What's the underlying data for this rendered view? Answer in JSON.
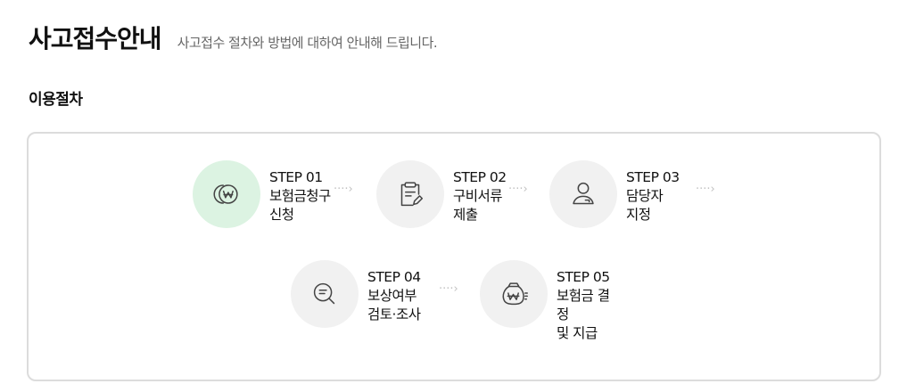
{
  "header": {
    "title": "사고접수안내",
    "subtitle": "사고접수 절차와 방법에 대하여 안내해 드립니다."
  },
  "section": {
    "title": "이용절차"
  },
  "steps": [
    {
      "num": "STEP 01",
      "label_line1": "보험금청구",
      "label_line2": "신청",
      "icon": "coin-icon",
      "active": true
    },
    {
      "num": "STEP 02",
      "label_line1": "구비서류",
      "label_line2": "제출",
      "icon": "clipboard-edit-icon",
      "active": false
    },
    {
      "num": "STEP 03",
      "label_line1": "담당자",
      "label_line2": "지정",
      "icon": "person-icon",
      "active": false
    },
    {
      "num": "STEP 04",
      "label_line1": "보상여부",
      "label_line2": "검토·조사",
      "icon": "search-document-icon",
      "active": false
    },
    {
      "num": "STEP 05",
      "label_line1": "보험금 결",
      "label_line2": "정",
      "label_line3": "및 지급",
      "icon": "money-bag-icon",
      "active": false
    }
  ],
  "arrow_glyph": "····›",
  "colors": {
    "active_circle": "#dcf3e2",
    "inactive_circle": "#f1f1f1",
    "icon_stroke": "#444444",
    "card_border": "#dcdcdc"
  }
}
